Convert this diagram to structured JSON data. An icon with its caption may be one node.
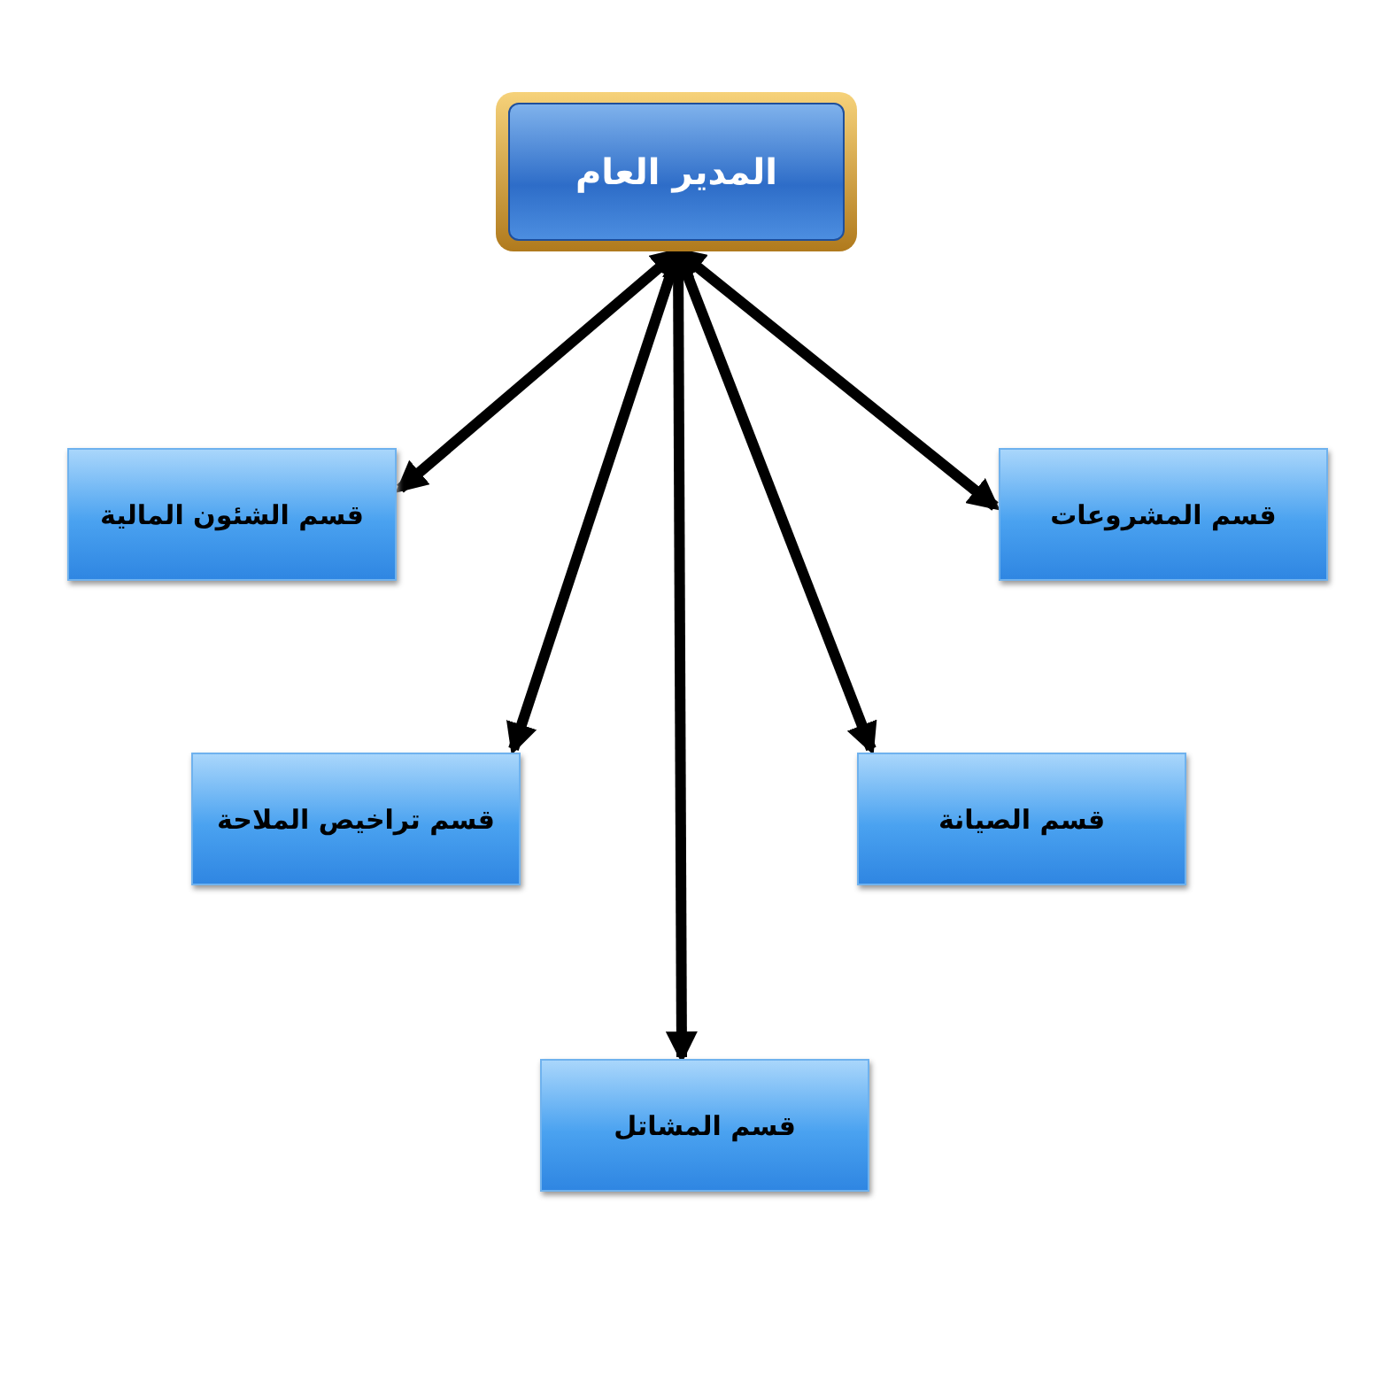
{
  "diagram": {
    "nodes": [
      {
        "text": [
          "المدير العام"
        ]
      },
      {
        "text": [
          "قسم الشئون المالية"
        ]
      },
      {
        "text": [
          "قسم المشروعات"
        ]
      },
      {
        "text": [
          "قسم تراخيص الملاحة"
        ]
      },
      {
        "text": [
          "قسم الصيانة"
        ]
      },
      {
        "text": [
          "قسم المشاتل"
        ]
      }
    ],
    "edges": [
      {
        "from": 1,
        "to": 0,
        "arrow": "both"
      },
      {
        "from": 2,
        "to": 0,
        "arrow": "both"
      },
      {
        "from": 3,
        "to": 0,
        "arrow": "both"
      },
      {
        "from": 4,
        "to": 0,
        "arrow": "both"
      },
      {
        "from": 5,
        "to": 0,
        "arrow": "both"
      }
    ]
  }
}
